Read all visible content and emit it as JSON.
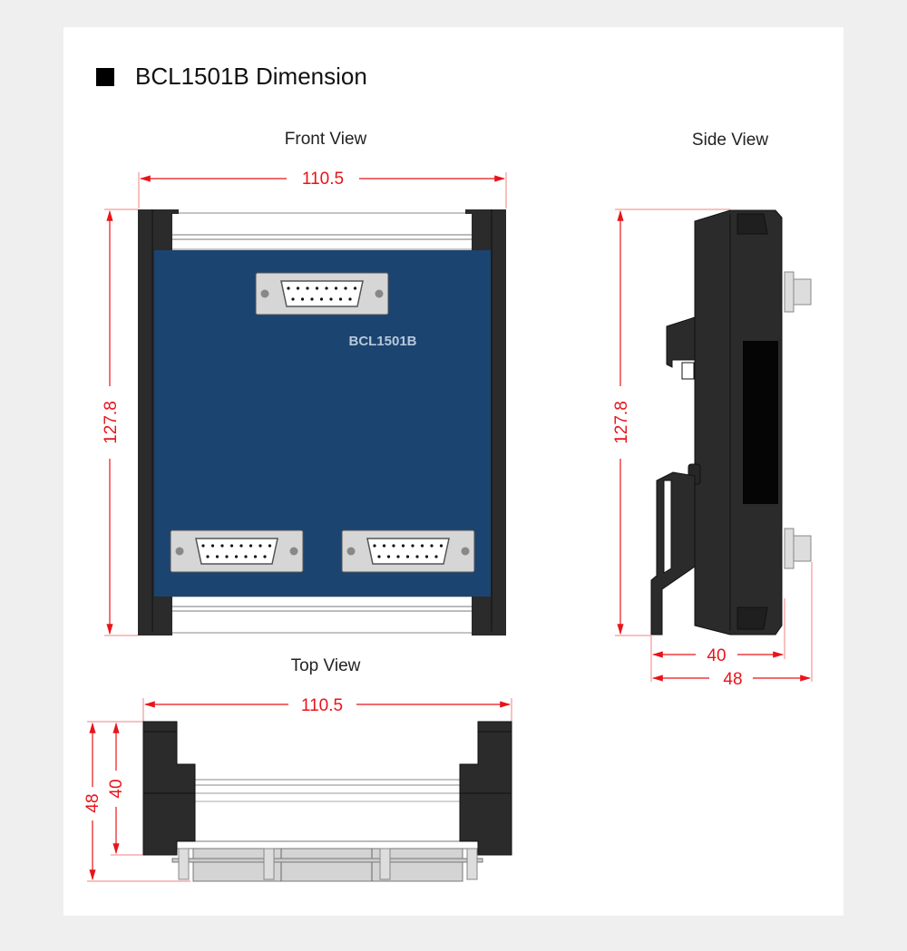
{
  "title": "BCL1501B  Dimension",
  "views": {
    "front": {
      "label": "Front View",
      "width": "110.5",
      "height": "127.8",
      "device_label": "BCL1501B"
    },
    "side": {
      "label": "Side View",
      "height": "127.8",
      "depth_body": "40",
      "depth_total": "48"
    },
    "top": {
      "label": "Top View",
      "width": "110.5",
      "depth_body": "40",
      "depth_total": "48"
    }
  },
  "colors": {
    "panel": "#1b4470",
    "housing": "#2b2b2b",
    "dimension": "#e8141b"
  }
}
